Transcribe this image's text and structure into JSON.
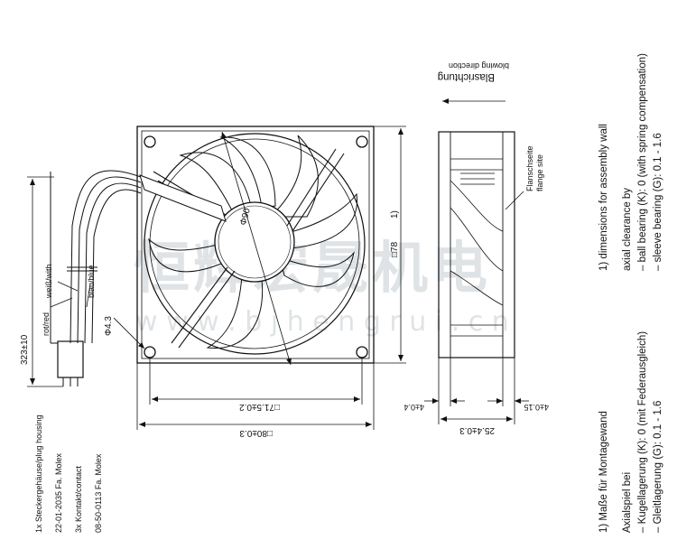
{
  "watermark": {
    "chinese": "恒辉宏晟机电",
    "url": "w w w . b j h e n g r u i . c n"
  },
  "front_view": {
    "height_dim": "□78",
    "height_note": "1)",
    "width_dim": "□80±0.3",
    "hole_spacing_dim": "□71.5±0.2",
    "hub_dim": "Φ90",
    "hole_dim": "Φ4.3"
  },
  "cable": {
    "length_dim": "323±10",
    "wire_red": "rot/red",
    "wire_white": "weiß/with",
    "wire_blue": "blau/blue"
  },
  "connector_notes": [
    "1x Steckergehäuse/plug housing",
    "22-01-2035 Fa. Molex",
    "3x Kontakt/contact",
    "08-50-0113 Fa. Molex"
  ],
  "side_view": {
    "blowing_de": "Blasrichtung",
    "blowing_en": "blowing direction",
    "flange_de": "Flanschseite",
    "flange_en": "flange site",
    "depth_dim": "25.4±0.3",
    "left_flange_dim": "4±0.4",
    "right_flange_dim": "4±0.15"
  },
  "notes_de": {
    "footnote": "1) Maße für Montagewand",
    "heading": "Axialspiel bei",
    "line1": "– Kugellagerung (K): 0 (mit Federausgleich)",
    "line2": "– Gleitlagerung (G): 0.1 - 1.6"
  },
  "notes_en": {
    "footnote": "1) dimensions for assembly wall",
    "heading": "axial clearance by",
    "line1": "– ball bearing (K): 0 (with spring compensation)",
    "line2": "– sleeve bearing (G): 0.1 - 1.6"
  }
}
